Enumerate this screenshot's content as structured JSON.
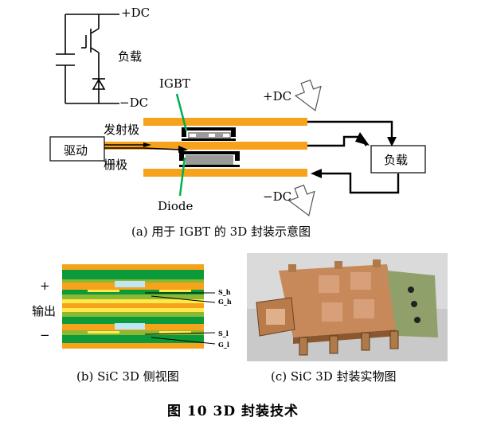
{
  "figure_a": {
    "plus_dc": "+DC",
    "minus_dc": "−DC",
    "load_top": "负载",
    "igbt": "IGBT",
    "emitter": "发射极",
    "drive": "驱动",
    "gate": "栅极",
    "diode": "Diode",
    "plus_dc_arrow": "+DC",
    "minus_dc_arrow": "−DC",
    "load_box": "负载",
    "caption": "(a)  用于 IGBT 的 3D 封装示意图"
  },
  "figure_b": {
    "plus": "+",
    "output": "输出",
    "minus": "−",
    "s_h": "S_h",
    "g_h": "G_h",
    "s_l": "S_l",
    "g_l": "G_l",
    "caption": "(b)  SiC 3D 侧视图"
  },
  "figure_c": {
    "caption": "(c)  SiC 3D 封装实物图"
  },
  "figure_title": "图 10    3D 封装技术",
  "colors": {
    "orange": "#F7A21B",
    "green": "#0C9B3A",
    "olive": "#8DB833",
    "yellow": "#FFE94B",
    "light_blue": "#BFE7F5",
    "copper": "#C8895A"
  }
}
